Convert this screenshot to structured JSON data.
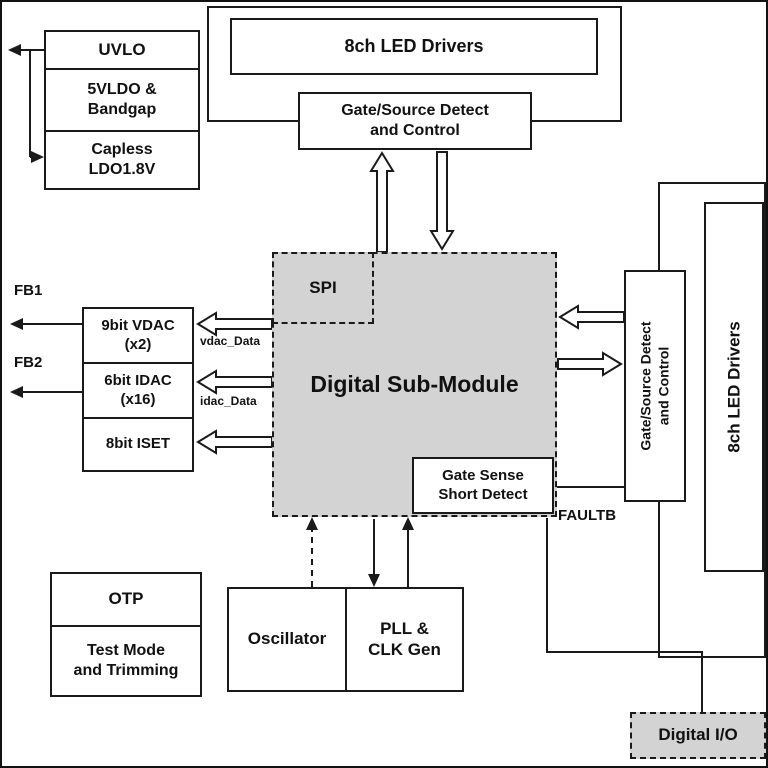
{
  "colors": {
    "background": "#ffffff",
    "line": "#1a1a1a",
    "module_fill": "#d3d3d3",
    "box_fill": "#ffffff"
  },
  "power_stack": {
    "uvlo": "UVLO",
    "ldo_bandgap": "5VLDO &\nBandgap",
    "capless_ldo": "Capless\nLDO1.8V"
  },
  "top_section": {
    "led_drivers": "8ch LED Drivers",
    "gate_source_detect": "Gate/Source Detect\nand Control"
  },
  "digital_module": {
    "title": "Digital Sub-Module",
    "spi": "SPI",
    "gate_sense": "Gate Sense\nShort Detect"
  },
  "dac_stack": {
    "vdac": "9bit VDAC\n(x2)",
    "idac": "6bit IDAC\n(x16)",
    "iset": "8bit ISET"
  },
  "bus_labels": {
    "vdac_data": "vdac_Data",
    "idac_data": "idac_Data"
  },
  "pins": {
    "fb1": "FB1",
    "fb2": "FB2",
    "faultb": "FAULTB"
  },
  "otp_stack": {
    "otp": "OTP",
    "test_mode": "Test Mode\nand Trimming"
  },
  "clock_section": {
    "oscillator": "Oscillator",
    "pll": "PLL &\nCLK Gen"
  },
  "right_section": {
    "gate_source_detect": "Gate/Source Detect\nand Control",
    "led_drivers": "8ch LED Drivers"
  },
  "io_section": {
    "digital_io": "Digital I/O"
  }
}
